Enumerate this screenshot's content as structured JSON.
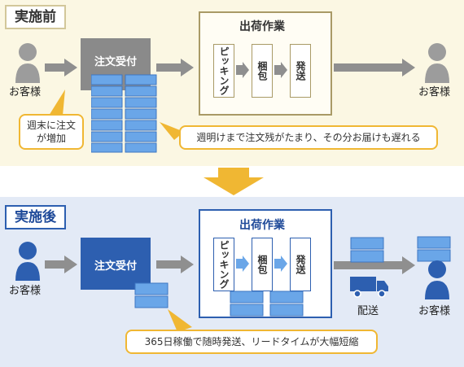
{
  "before": {
    "tag": "実施前",
    "customer_left": "お客様",
    "reception": "注文受付",
    "shipping_title": "出荷作業",
    "steps": [
      "ピッキング",
      "梱包",
      "発送"
    ],
    "customer_right": "お客様",
    "callout_left": "週末に注文が増加",
    "callout_right": "週明けまで注文残がたまり、その分お届けも遅れる"
  },
  "after": {
    "tag": "実施後",
    "customer_left": "お客様",
    "reception": "注文受付",
    "shipping_title": "出荷作業",
    "steps": [
      "ピッキング",
      "梱包",
      "発送"
    ],
    "delivery": "配送",
    "customer_right": "お客様",
    "callout": "365日稼働で随時発送、リードタイムが大幅短縮"
  },
  "colors": {
    "before_bg": "#fbf7e3",
    "after_bg": "#e3eaf6",
    "accent_yellow": "#f0b733",
    "accent_blue": "#2d5fb0",
    "box_blue": "#6aa6e8"
  }
}
